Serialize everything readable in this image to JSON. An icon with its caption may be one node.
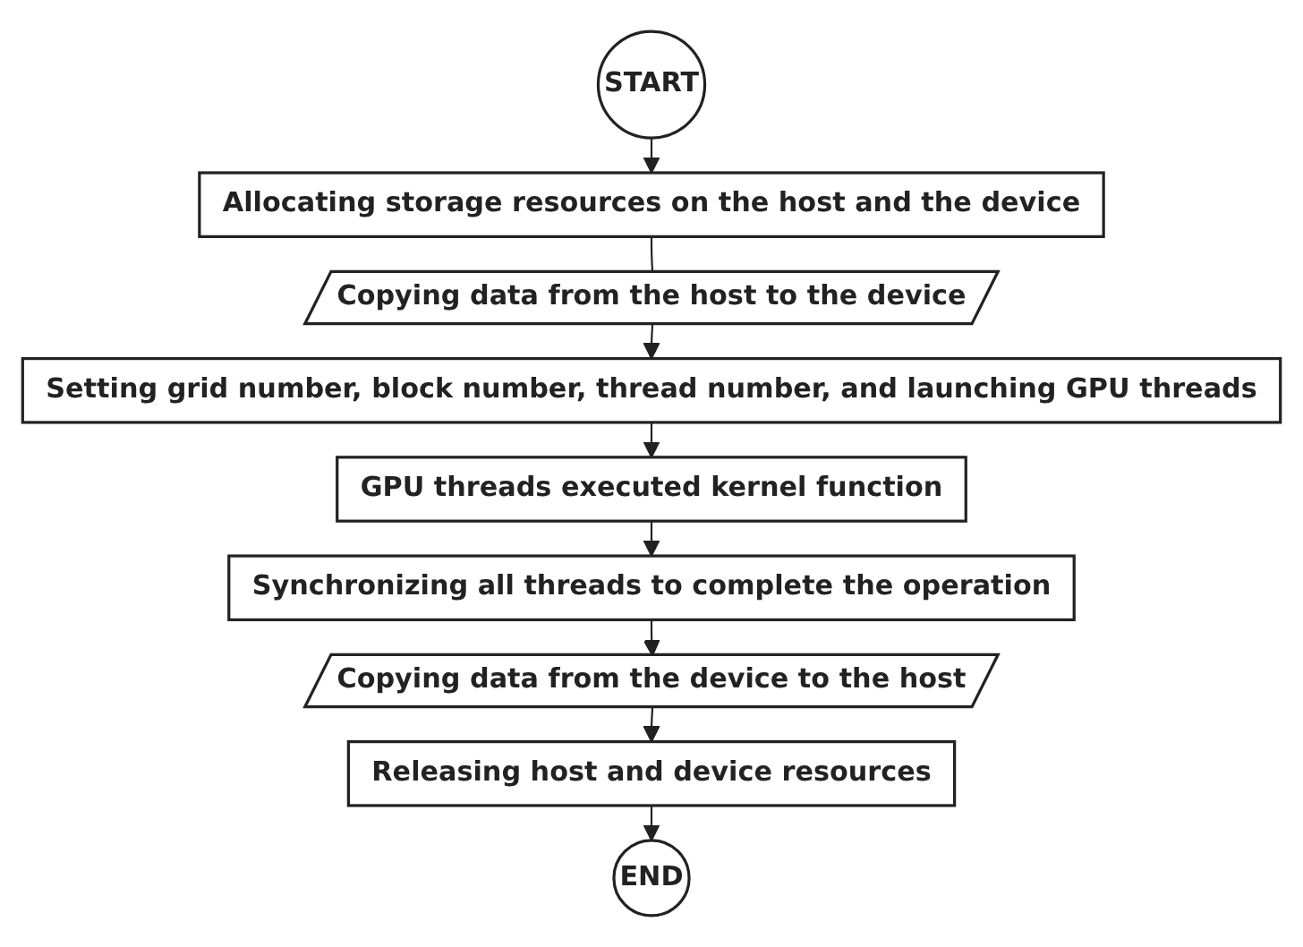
{
  "diagram": {
    "nodes": [
      {
        "text": [
          "START"
        ]
      },
      {
        "text": [
          "Allocating storage resources on the host and the device"
        ]
      },
      {
        "text": [
          "Copying data from the host to the device"
        ]
      },
      {
        "text": [
          "Setting grid number, block number, thread number, and launching GPU threads"
        ]
      },
      {
        "text": [
          "GPU threads executed kernel function"
        ]
      },
      {
        "text": [
          "Synchronizing all threads to complete the operation"
        ]
      },
      {
        "text": [
          "Copying data from the device to the host"
        ]
      },
      {
        "text": [
          "Releasing host and device resources"
        ]
      },
      {
        "text": [
          "END"
        ]
      }
    ],
    "edges": [
      {
        "from": 0,
        "to": 1,
        "arrow": "to"
      },
      {
        "from": 1,
        "to": 2,
        "arrow": "none"
      },
      {
        "from": 2,
        "to": 3,
        "arrow": "to"
      },
      {
        "from": 3,
        "to": 4,
        "arrow": "to"
      },
      {
        "from": 4,
        "to": 5,
        "arrow": "to"
      },
      {
        "from": 5,
        "to": 6,
        "arrow": "to"
      },
      {
        "from": 6,
        "to": 7,
        "arrow": "to"
      },
      {
        "from": 7,
        "to": 8,
        "arrow": "to"
      }
    ]
  }
}
